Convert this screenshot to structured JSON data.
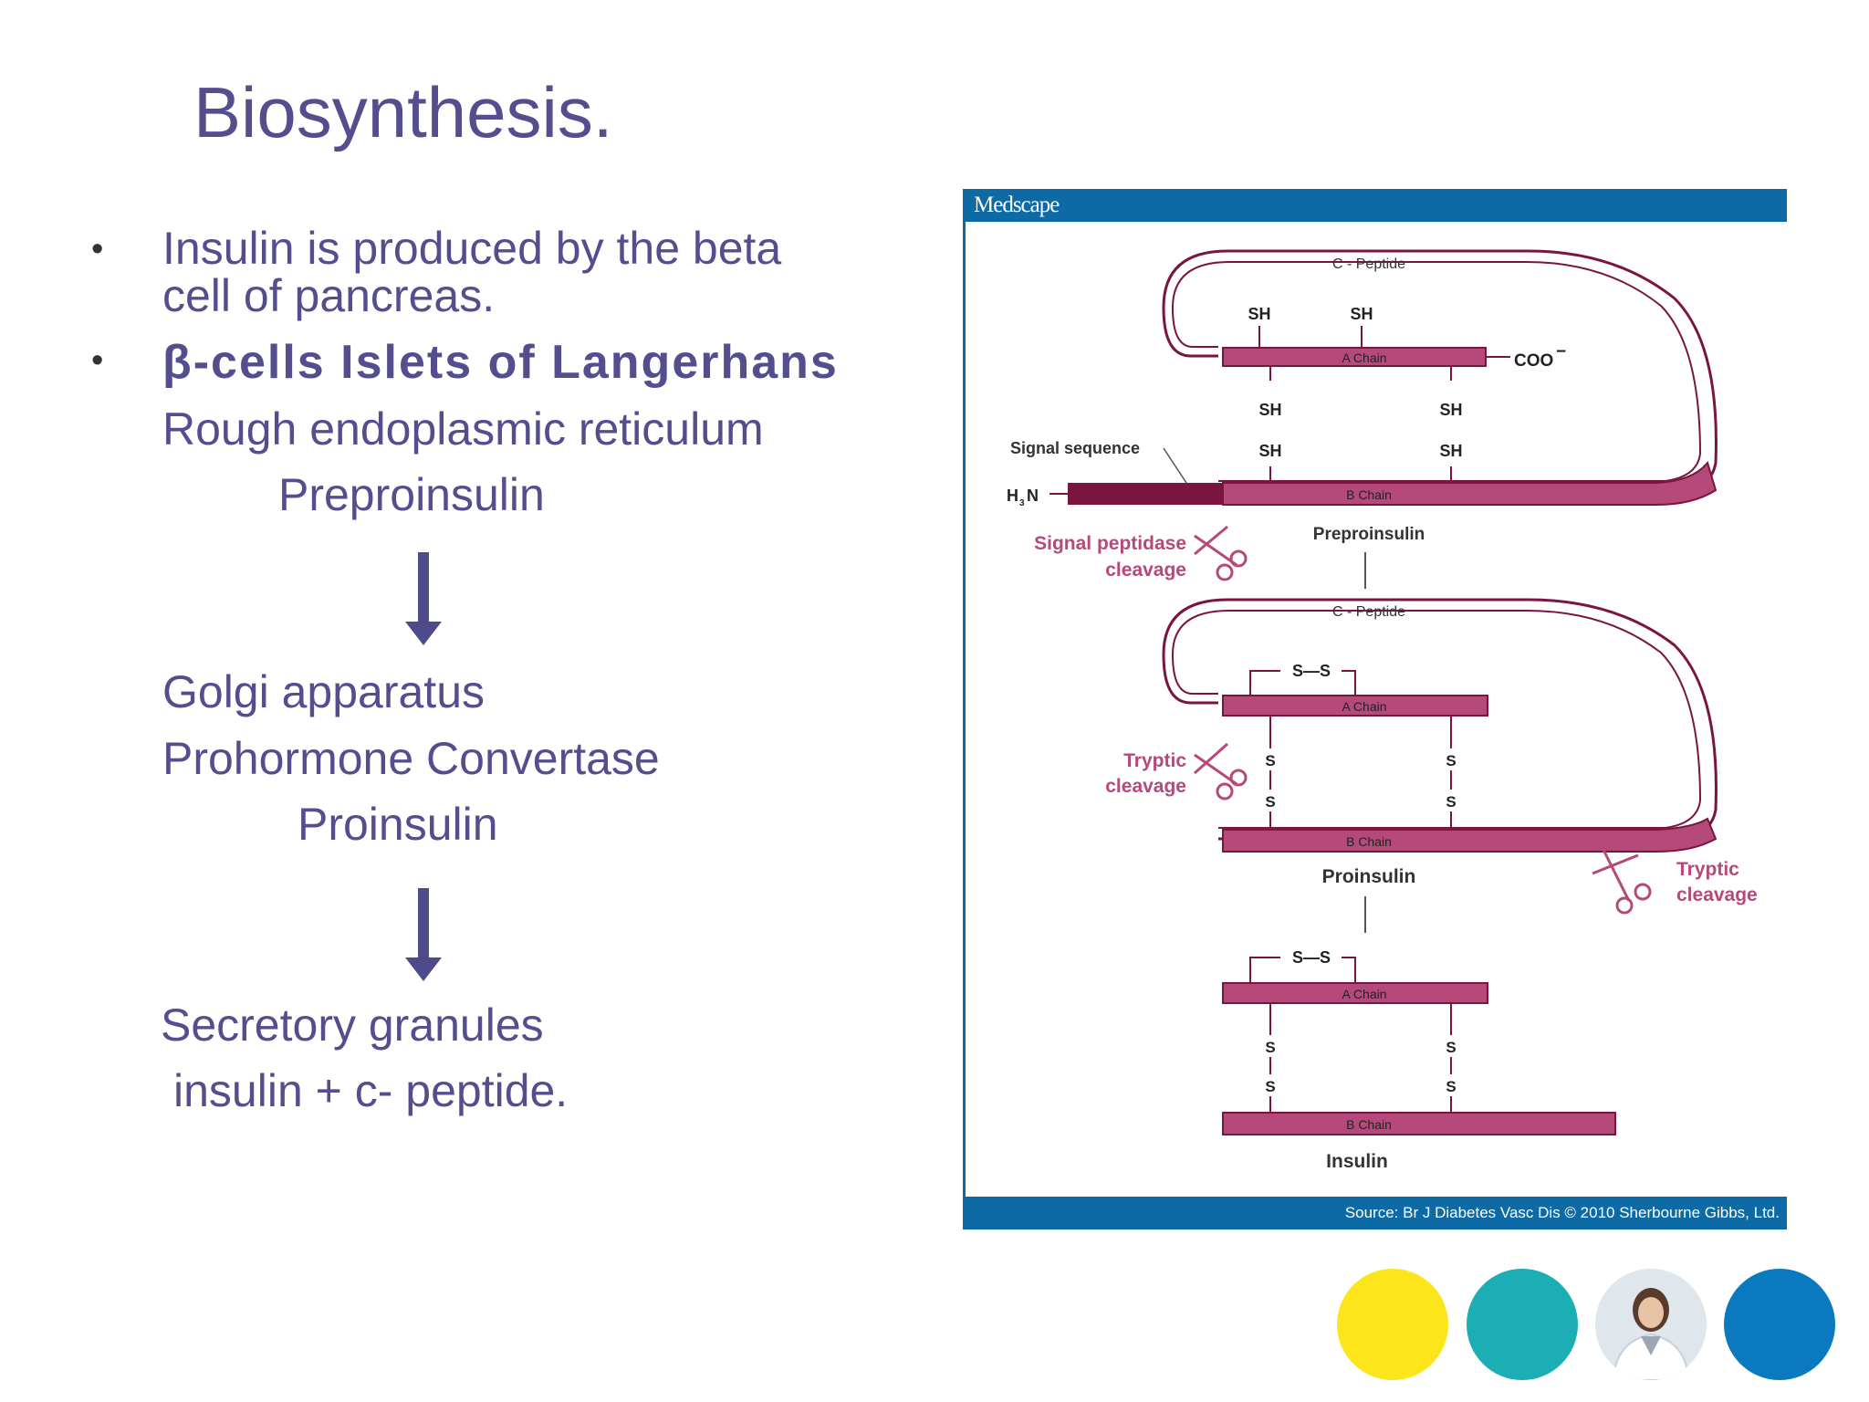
{
  "title": "Biosynthesis.",
  "bullets": [
    "Insulin is produced by the beta",
    "cell of pancreas.",
    "β-cells Islets of Langerhans"
  ],
  "steps": {
    "rer": "Rough endoplasmic reticulum",
    "preproinsulin": "Preproinsulin",
    "golgi": "Golgi apparatus",
    "convertase": "Prohormone Convertase",
    "proinsulin": "Proinsulin",
    "granules": "Secretory granules",
    "products": "insulin + c- peptide."
  },
  "figure": {
    "header": "Medscape",
    "source": "Source: Br J Diabetes Vasc Dis © 2010 Sherbourne Gibbs, Ltd.",
    "labels": {
      "c_peptide": "C - Peptide",
      "a_chain": "A Chain",
      "b_chain": "B Chain",
      "sh": "SH",
      "coo": "COO",
      "coo_sup": "−",
      "h2n": "H",
      "h2n_sub": "3",
      "h2n_n": "N",
      "signal_sequence": "Signal sequence",
      "signal_cleavage_1": "Signal peptidase",
      "signal_cleavage_2": "cleavage",
      "preproinsulin": "Preproinsulin",
      "tryptic_1": "Tryptic",
      "tryptic_2": "cleavage",
      "ss": "S—S",
      "s": "S",
      "proinsulin": "Proinsulin",
      "insulin": "Insulin"
    }
  },
  "colors": {
    "text": "#544e8e",
    "arrow": "#4f4a8a",
    "chain": "#b5497a",
    "chain_dark": "#7a1542",
    "figure_blue": "#0d6aa5",
    "circle_yellow": "#fde51c",
    "circle_teal": "#1bafb5",
    "circle_blue": "#0a79c0"
  }
}
